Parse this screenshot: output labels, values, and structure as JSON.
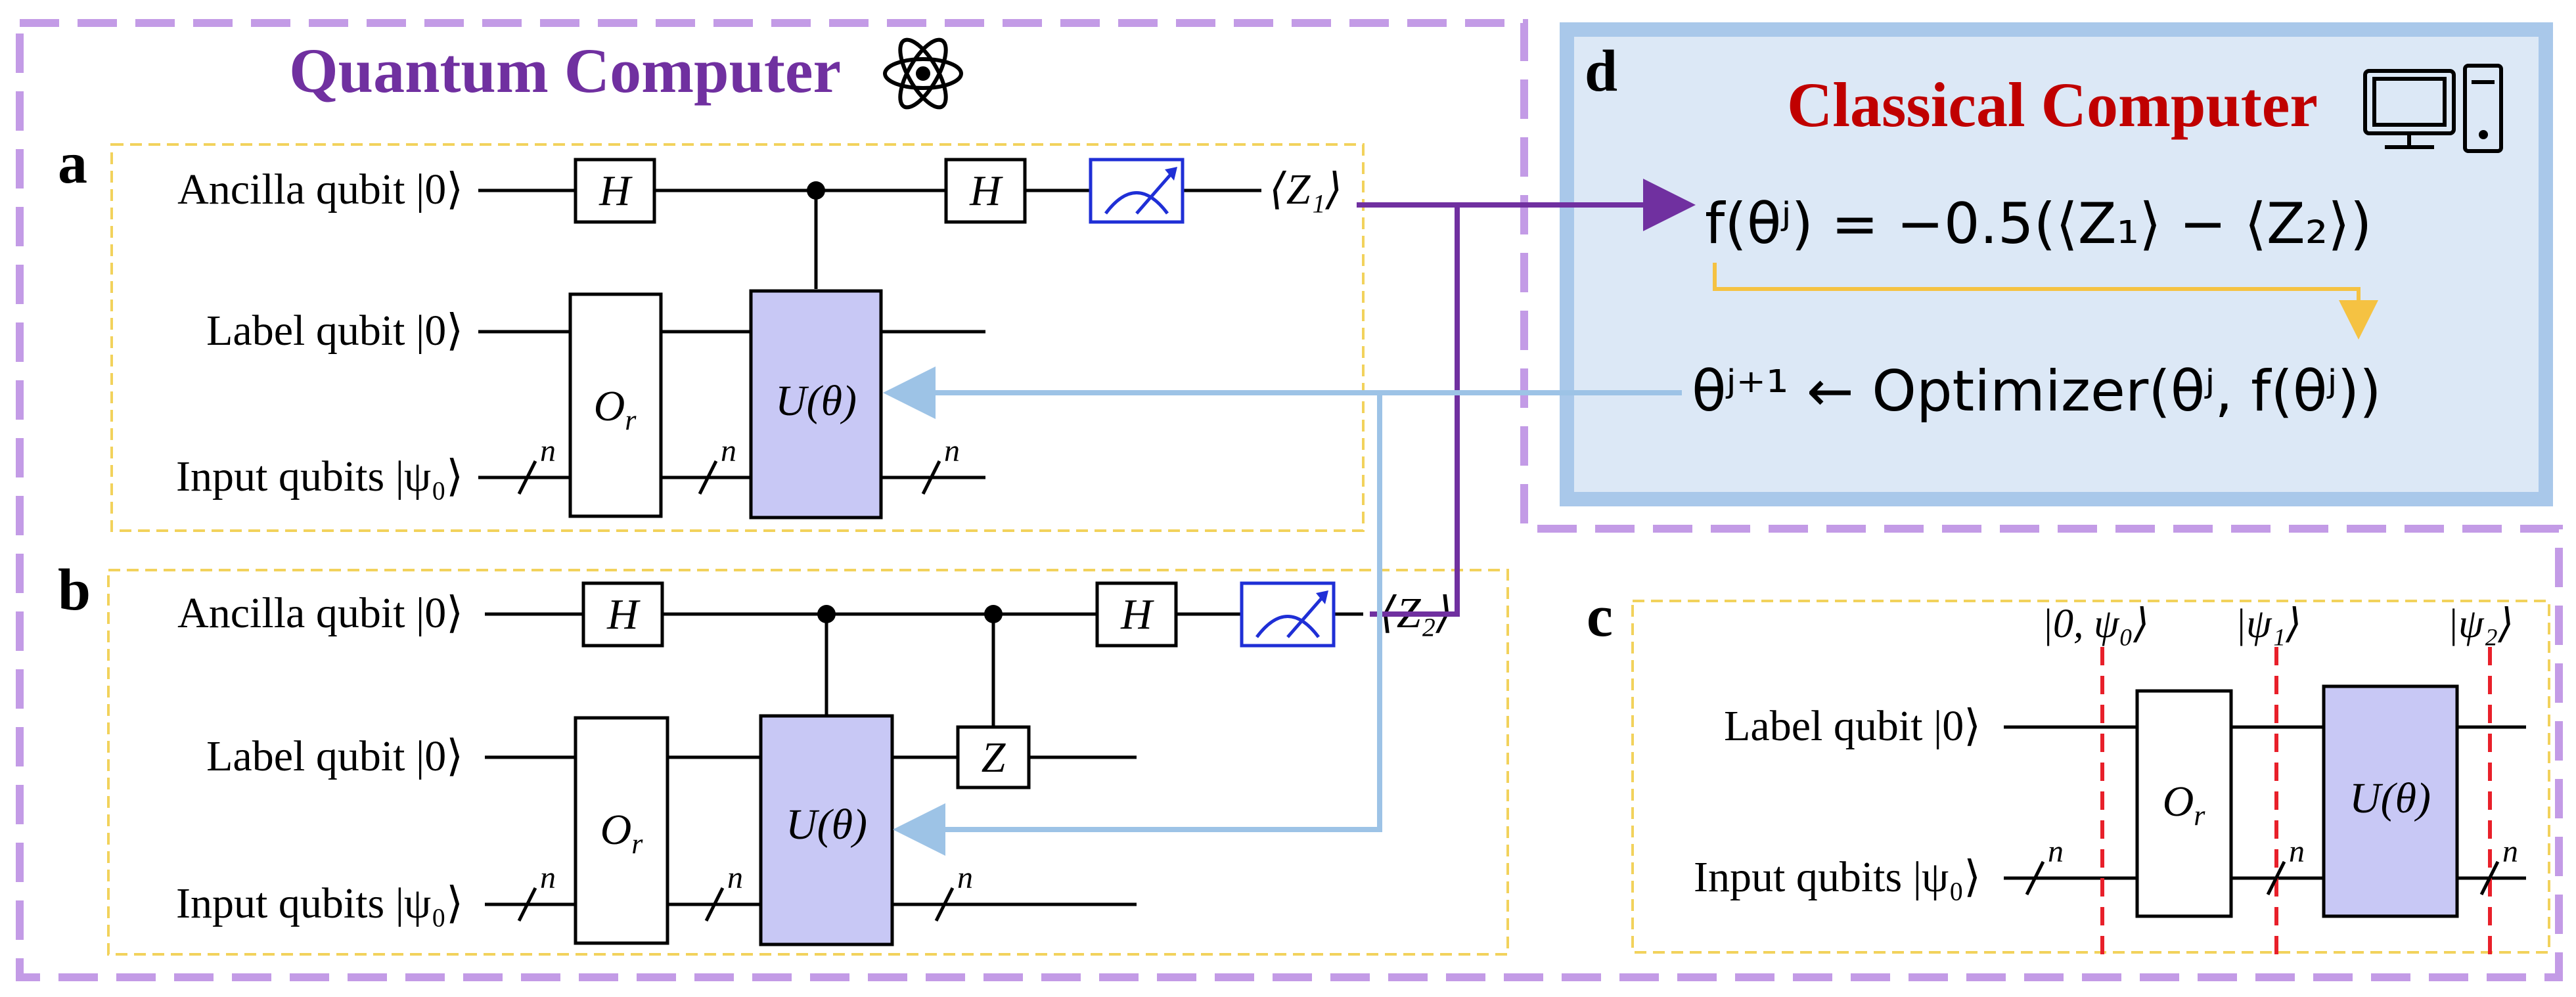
{
  "panel_labels": {
    "a": "a",
    "b": "b",
    "c": "c",
    "d": "d"
  },
  "quantum": {
    "title": "Quantum Computer",
    "a": {
      "ancilla_label": "Ancilla qubit |0⟩",
      "label_label": "Label qubit |0⟩",
      "input_label": "Input qubits |ψ₀⟩",
      "h_gate": "H",
      "oracle": "O",
      "oracle_sub": "r",
      "unitary": "U(θ)",
      "n": "n",
      "output": "⟨Z₁⟩"
    },
    "b": {
      "ancilla_label": "Ancilla qubit |0⟩",
      "label_label": "Label qubit |0⟩",
      "input_label": "Input qubits |ψ₀⟩",
      "h_gate": "H",
      "z_gate": "Z",
      "oracle": "O",
      "oracle_sub": "r",
      "unitary": "U(θ)",
      "n": "n",
      "output": "⟨Z₂⟩"
    },
    "c": {
      "label_label": "Label qubit |0⟩",
      "input_label": "Input qubits |ψ₀⟩",
      "state0": "|0, ψ₀⟩",
      "state1": "|ψ₁⟩",
      "state2": "|ψ₂⟩",
      "oracle": "O",
      "oracle_sub": "r",
      "unitary": "U(θ)",
      "n": "n"
    }
  },
  "classical": {
    "title": "Classical Computer",
    "cost_eq": "f(θʲ) = −0.5(⟨Z₁⟩ − ⟨Z₂⟩)",
    "update_eq": "θʲ⁺¹ ← Optimizer(θʲ, f(θʲ))"
  },
  "colors": {
    "dash_purple": "#c39be6",
    "dash_yellow": "#f2d25c",
    "purple_title": "#7030a0",
    "red_title": "#c00000",
    "unitary_fill": "#c8c8f5",
    "classical_fill": "#dce8f6",
    "classical_border": "#a9c8ea",
    "arrow_purple": "#7030a0",
    "arrow_blue": "#9dc3e6",
    "arrow_yellow": "#f5c242",
    "meter_blue": "#1f2fd6",
    "slice_red": "#e8202a"
  }
}
